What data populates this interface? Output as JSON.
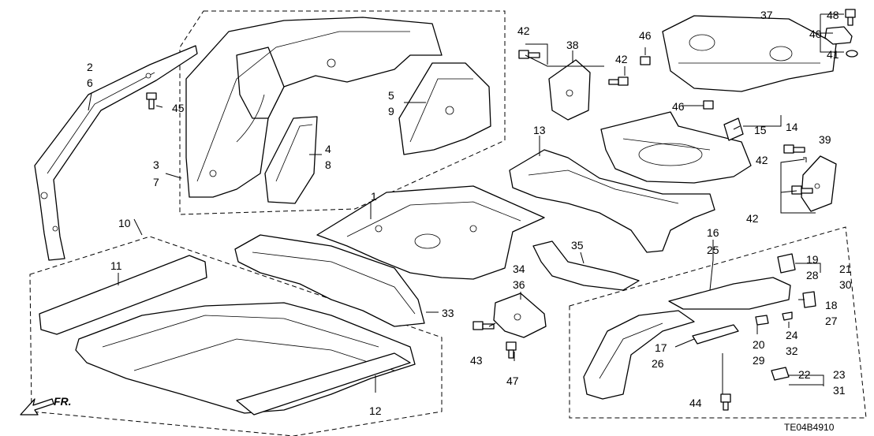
{
  "diagram": {
    "code": "TE04B4910",
    "front_label": "FR.",
    "callouts": [
      "1",
      "2",
      "3",
      "4",
      "5",
      "6",
      "7",
      "8",
      "9",
      "10",
      "11",
      "12",
      "13",
      "14",
      "15",
      "16",
      "17",
      "18",
      "19",
      "20",
      "21",
      "22",
      "23",
      "24",
      "25",
      "26",
      "27",
      "28",
      "29",
      "30",
      "31",
      "32",
      "33",
      "34",
      "35",
      "36",
      "37",
      "38",
      "39",
      "40",
      "41",
      "42",
      "43",
      "44",
      "45",
      "46",
      "47",
      "48"
    ],
    "icons": {
      "direction": "front-arrow-icon",
      "fastener": "bolt-icon"
    },
    "colors": {
      "line": "#000000",
      "background": "#ffffff"
    }
  }
}
